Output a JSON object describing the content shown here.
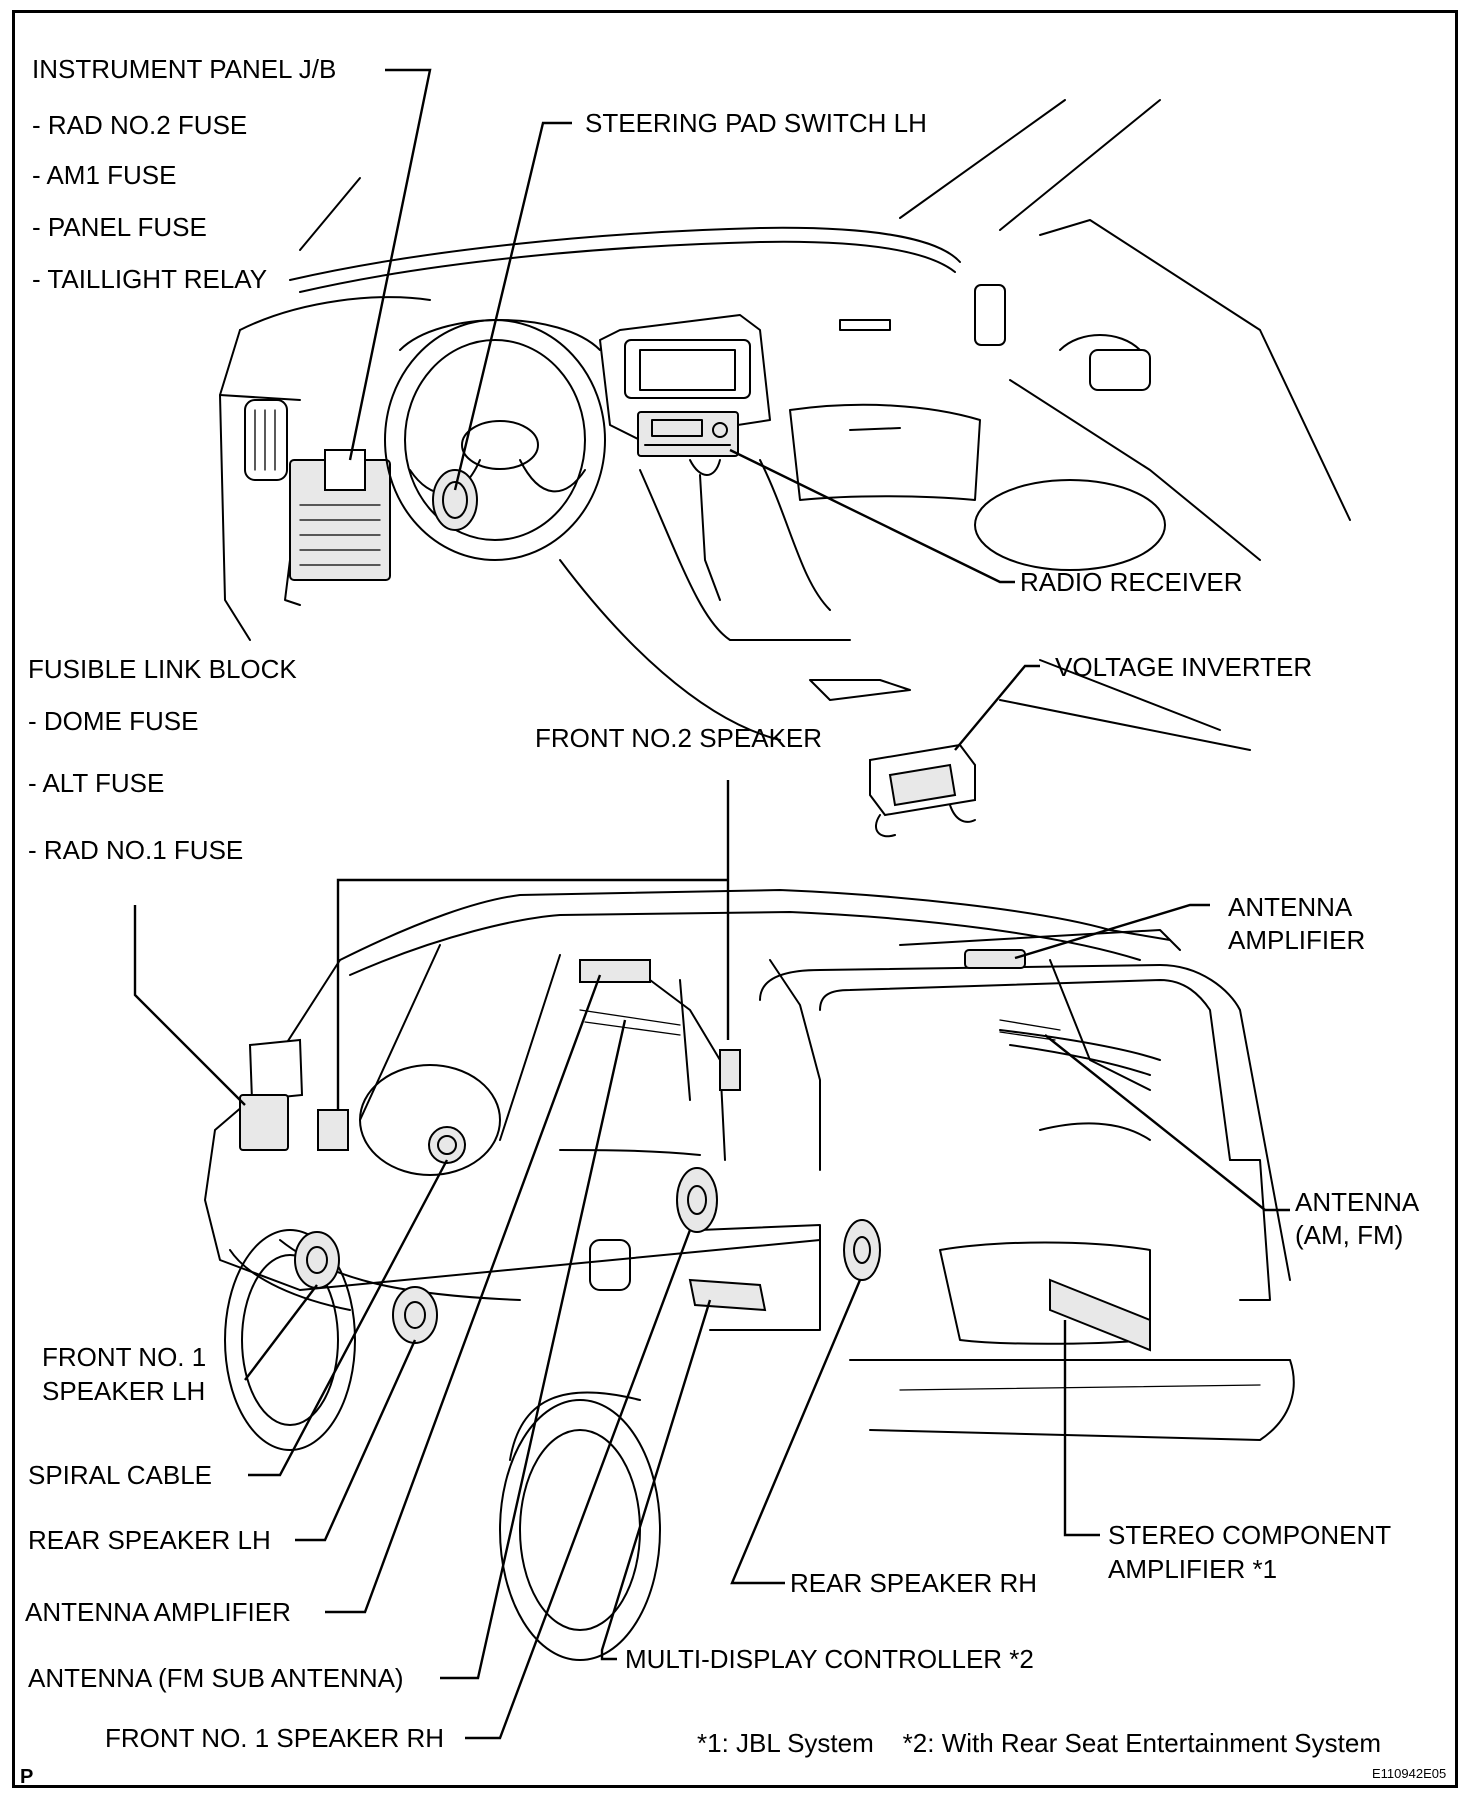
{
  "labels": {
    "instrument_panel_jb": "INSTRUMENT PANEL J/B",
    "rad_no2_fuse": "- RAD NO.2 FUSE",
    "am1_fuse": "- AM1 FUSE",
    "panel_fuse": "- PANEL FUSE",
    "taillight_relay": "- TAILLIGHT RELAY",
    "steering_pad_switch": "STEERING PAD SWITCH  LH",
    "radio_receiver": "RADIO RECEIVER",
    "fusible_link_block": "FUSIBLE LINK BLOCK",
    "dome_fuse": "- DOME FUSE",
    "alt_fuse": "- ALT FUSE",
    "rad_no1_fuse": "- RAD NO.1 FUSE",
    "voltage_inverter": "VOLTAGE INVERTER",
    "front_no2_speaker": "FRONT NO.2 SPEAKER",
    "antenna_amplifier_top_1": "ANTENNA",
    "antenna_amplifier_top_2": "AMPLIFIER",
    "antenna_am_fm_1": "ANTENNA",
    "antenna_am_fm_2": "(AM, FM)",
    "front_no1_speaker_lh_1": "FRONT NO. 1",
    "front_no1_speaker_lh_2": "SPEAKER LH",
    "spiral_cable": "SPIRAL CABLE",
    "rear_speaker_lh": "REAR SPEAKER  LH",
    "antenna_amplifier_bottom": "ANTENNA AMPLIFIER",
    "antenna_fm_sub": "ANTENNA (FM SUB ANTENNA)",
    "front_no1_speaker_rh": "FRONT NO. 1 SPEAKER RH",
    "multi_display_controller": "MULTI-DISPLAY CONTROLLER *2",
    "rear_speaker_rh": "REAR SPEAKER  RH",
    "stereo_component_amplifier_1": "STEREO COMPONENT",
    "stereo_component_amplifier_2": "AMPLIFIER *1"
  },
  "footnote": "*1: JBL System    *2: With Rear Seat Entertainment System",
  "page_mark": "P",
  "figure_code": "E110942E05"
}
